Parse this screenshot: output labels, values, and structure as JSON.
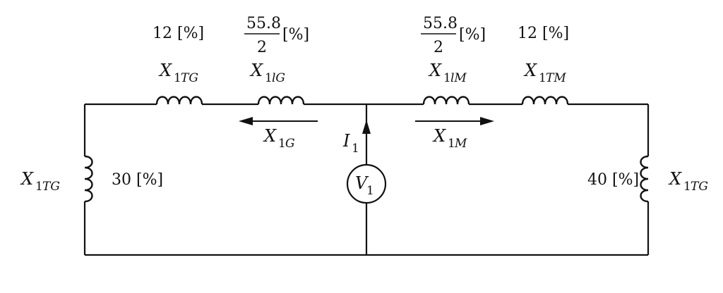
{
  "values": {
    "gen_transformer_series": "12 [%]",
    "motor_transformer_series": "12 [%]",
    "line_gen_numerator": "55.8",
    "line_gen_denominator": "2",
    "line_gen_unit": "[%]",
    "line_motor_numerator": "55.8",
    "line_motor_denominator": "2",
    "line_motor_unit": "[%]",
    "left_shunt": "30 [%]",
    "right_shunt": "40 [%]"
  },
  "symbols": {
    "x": "X",
    "one": "1",
    "sub_tg": "TG",
    "sub_tm": "TM",
    "sub_lg": "lG",
    "sub_lm": "lM",
    "sub_g": "G",
    "sub_m": "M",
    "current": "I",
    "voltage": "V"
  }
}
